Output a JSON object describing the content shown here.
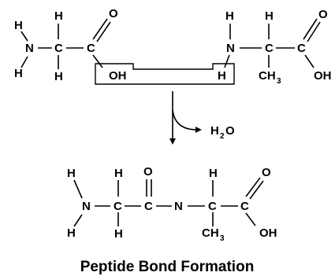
{
  "atoms": {
    "H": "H",
    "C": "C",
    "N": "N",
    "O": "O",
    "OH": "OH",
    "CH": "CH",
    "sub3": "3",
    "H2O_H": "H",
    "H2O_sub": "2",
    "H2O_O": "O"
  },
  "title": "Peptide Bond Formation"
}
